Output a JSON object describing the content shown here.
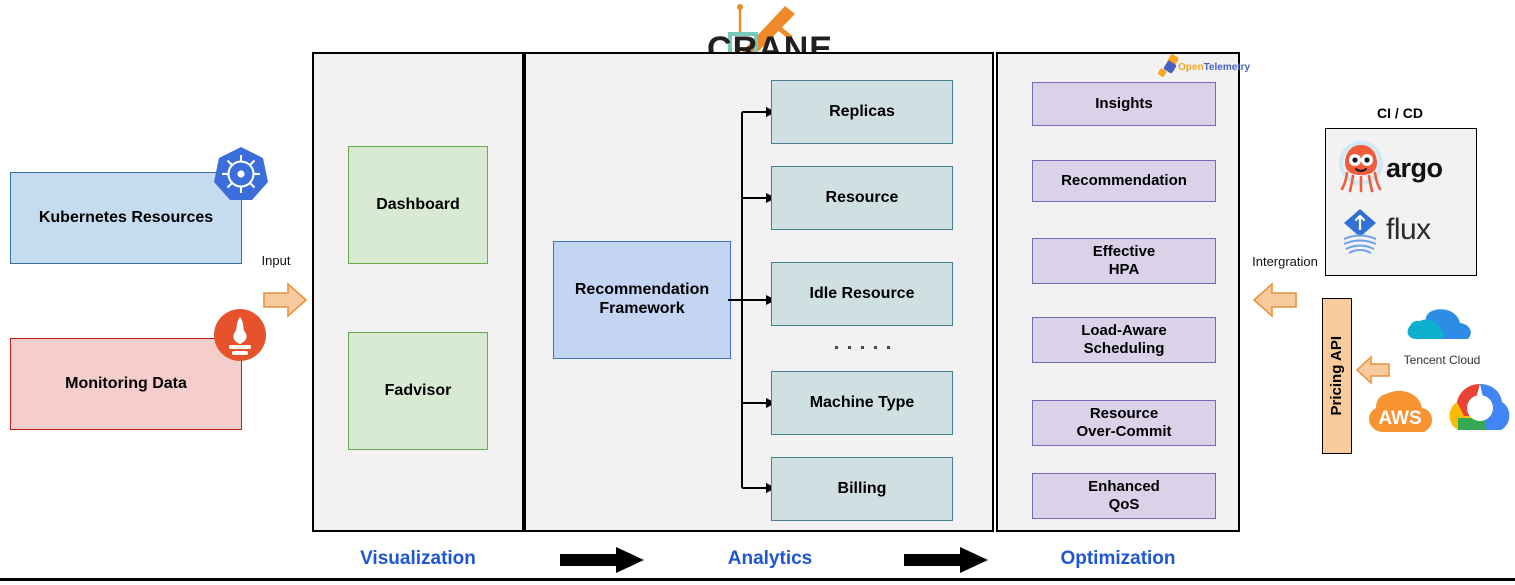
{
  "diagram": {
    "logo": {
      "text": "CRANE",
      "highlight_letter": "R",
      "crane_color": "#f0892a",
      "box_color": "#76c9bb"
    },
    "bottom_rule": true
  },
  "sources": {
    "items": [
      {
        "label": "Kubernetes Resources",
        "icon": "kubernetes-icon",
        "fill": "#c5dcf0",
        "stroke": "#3b6ea5"
      },
      {
        "label": "Monitoring Data",
        "icon": "prometheus-icon",
        "fill": "#f5cecb",
        "stroke": "#bb1f1f"
      }
    ],
    "input_arrow_label": "Input",
    "arrow_color": "#f9cb9c",
    "arrow_stroke": "#e8913c"
  },
  "visualization": {
    "stage_label": "Visualization",
    "items": [
      {
        "label": "Dashboard"
      },
      {
        "label": "Fadvisor"
      }
    ]
  },
  "analytics": {
    "stage_label": "Analytics",
    "framework": {
      "label": "Recommendation\nFramework",
      "line1": "Recommendation",
      "line2": "Framework"
    },
    "outputs": [
      {
        "label": "Replicas"
      },
      {
        "label": "Resource"
      },
      {
        "label": "Idle Resource"
      },
      {
        "label": "Machine Type"
      },
      {
        "label": "Billing"
      }
    ],
    "ellipsis": "......",
    "ellipsis_dots": 5
  },
  "optimization": {
    "stage_label": "Optimization",
    "items": [
      {
        "label": "Insights",
        "line1": "Insights",
        "line2": ""
      },
      {
        "label": "Recommendation",
        "line1": "Recommendation",
        "line2": ""
      },
      {
        "label": "Effective HPA",
        "line1": "Effective",
        "line2": "HPA"
      },
      {
        "label": "Load-Aware Scheduling",
        "line1": "Load-Aware",
        "line2": "Scheduling"
      },
      {
        "label": "Resource Over-Commit",
        "line1": "Resource",
        "line2": "Over-Commit"
      },
      {
        "label": "Enhanced QoS",
        "line1": "Enhanced",
        "line2": "QoS"
      }
    ],
    "badge": {
      "name": "opentelemetry-logo",
      "text_open": "Open",
      "text_telemetry": "Telemetry",
      "color_open": "#f5a623",
      "color_telemetry": "#4a5fc1"
    }
  },
  "integration": {
    "label": "Intergration",
    "cicd_title": "CI / CD",
    "tools": [
      {
        "name": "argo-logo",
        "label": "argo"
      },
      {
        "name": "flux-logo",
        "label": "flux"
      }
    ],
    "pricing_api": {
      "label": "Pricing API",
      "fill": "#f9cb9c"
    },
    "clouds": [
      {
        "name": "tencent-cloud-logo",
        "label": "Tencent Cloud"
      },
      {
        "name": "aws-logo",
        "label": "AWS"
      },
      {
        "name": "google-cloud-logo",
        "label": ""
      }
    ]
  },
  "flow_arrows": {
    "count": 2,
    "color": "#000000"
  }
}
